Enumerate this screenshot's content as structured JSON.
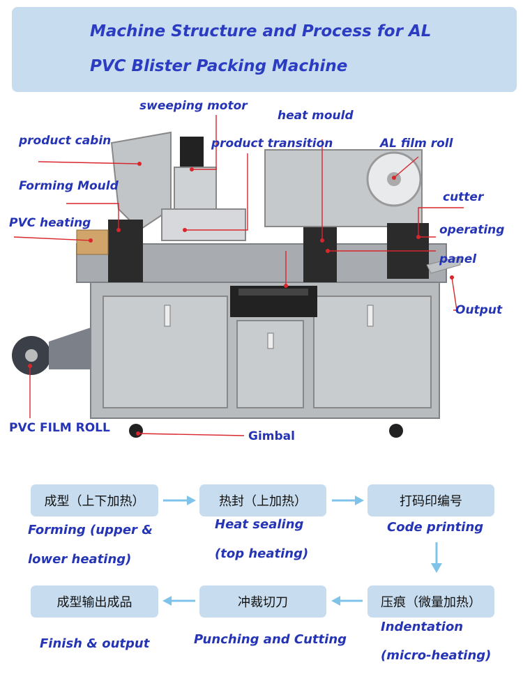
{
  "title": {
    "line1": "Machine Structure and Process for AL",
    "line2": "PVC Blister Packing Machine"
  },
  "labels": {
    "sweeping_motor": "sweeping motor",
    "heat_mould": "heat mould",
    "product_cabin": "product cabin",
    "product_transition": "product transition",
    "al_film_roll": "AL film roll",
    "forming_mould": "Forming Mould",
    "cutter": "cutter",
    "pvc_heating": "PVC heating",
    "operating": "operating",
    "panel": "panel",
    "output": "Output",
    "pvc_film_roll": "PVC FILM ROLL",
    "gimbal": "Gimbal"
  },
  "process": {
    "steps": [
      {
        "zh": "成型（上下加热）",
        "en1": "Forming (upper &",
        "en2": "lower heating)"
      },
      {
        "zh": "热封（上加热）",
        "en1": "Heat sealing",
        "en2": "(top heating)"
      },
      {
        "zh": "打码印编号",
        "en1": "Code printing",
        "en2": ""
      },
      {
        "zh": "压痕（微量加热）",
        "en1": "Indentation",
        "en2": "(micro-heating)"
      },
      {
        "zh": "冲裁切刀",
        "en1": "Punching and Cutting",
        "en2": ""
      },
      {
        "zh": "成型输出成品",
        "en1": "Finish & output",
        "en2": ""
      }
    ]
  },
  "colors": {
    "label_blue": "#2534b5",
    "box_fill": "#c7ddef",
    "arrow": "#7fc3ea",
    "leader_red": "#d8262c"
  }
}
